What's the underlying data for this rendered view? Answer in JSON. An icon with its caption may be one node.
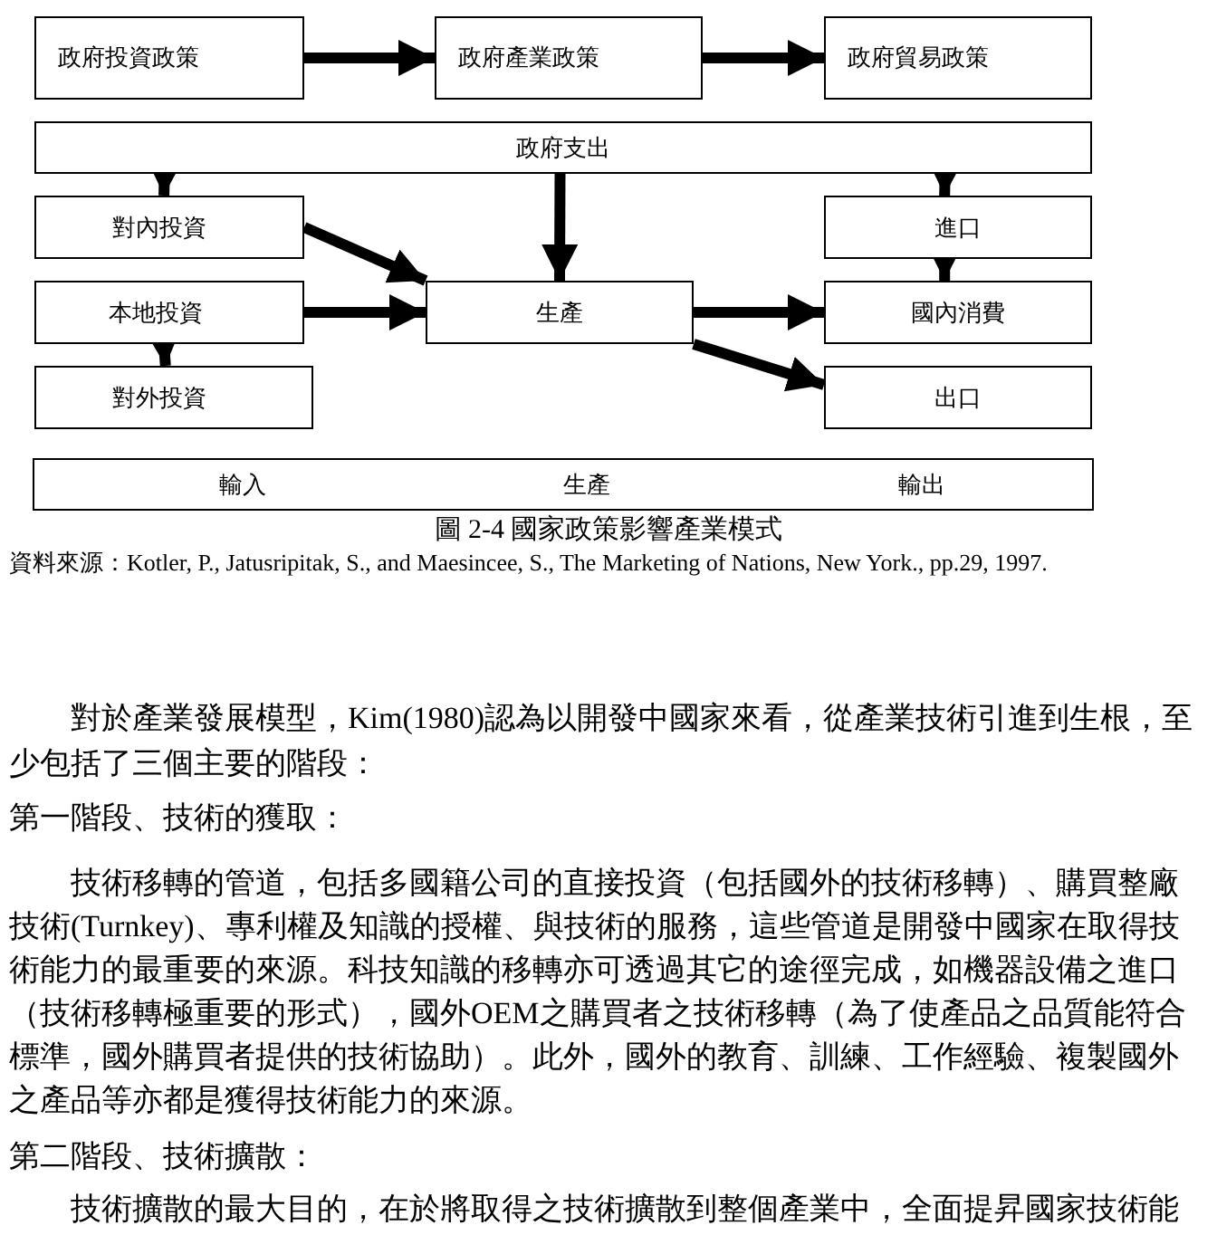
{
  "diagram": {
    "caption": "圖 2-4 國家政策影響產業模式",
    "nodes": [
      {
        "text": [
          "政府投資政策"
        ]
      },
      {
        "text": [
          "政府產業政策"
        ]
      },
      {
        "text": [
          "政府貿易政策"
        ]
      },
      {
        "text": [
          "政府支出"
        ]
      },
      {
        "text": [
          "對內投資"
        ]
      },
      {
        "text": [
          "本地投資"
        ]
      },
      {
        "text": [
          "對外投資"
        ]
      },
      {
        "text": [
          "生產"
        ]
      },
      {
        "text": [
          "進口"
        ]
      },
      {
        "text": [
          "國內消費"
        ]
      },
      {
        "text": [
          "出口"
        ]
      },
      {
        "text": [
          "輸入",
          "生產",
          "輸出"
        ]
      }
    ],
    "edges": [
      {
        "from": 0,
        "to": 1,
        "arrow": "to"
      },
      {
        "from": 1,
        "to": 2,
        "arrow": "to"
      },
      {
        "from": 3,
        "to": 4,
        "arrow": "to"
      },
      {
        "from": 3,
        "to": 7,
        "arrow": "to"
      },
      {
        "from": 3,
        "to": 8,
        "arrow": "to"
      },
      {
        "from": 4,
        "to": 7,
        "arrow": "to"
      },
      {
        "from": 5,
        "to": 7,
        "arrow": "to"
      },
      {
        "from": 5,
        "to": 6,
        "arrow": "to"
      },
      {
        "from": 7,
        "to": 9,
        "arrow": "to"
      },
      {
        "from": 8,
        "to": 9,
        "arrow": "to"
      },
      {
        "from": 7,
        "to": 10,
        "arrow": "to"
      }
    ],
    "labels": [
      "資料來源：Kotler, P., Jatusripitak, S., and Maesincee, S., The Marketing of Nations, New York., pp.29, 1997.",
      "對於產業發展模型，Kim(1980)認為以開發中國家來看，從產業技術引進到生根，至少包括了三個主要的階段：",
      "第一階段、技術的獲取：",
      "技術移轉的管道，包括多國籍公司的直接投資（包括國外的技術移轉）、購買整廠技術(Turnkey)、專利權及知識的授權、與技術的服務，這些管道是開發中國家在取得技術能力的最重要的來源。科技知識的移轉亦可透過其它的途徑完成，如機器設備之進口（技術移轉極重要的形式），國外OEM之購買者之技術移轉（為了使產品之品質能符合標準，國外購買者提供的技術協助）。此外，國外的教育、訓練、工作經驗、複製國外之產品等亦都是獲得技術能力的來源。",
      "第二階段、技術擴散：",
      "技術擴散的最大目的，在於將取得之技術擴散到整個產業中，全面提昇國家技術能"
    ]
  }
}
